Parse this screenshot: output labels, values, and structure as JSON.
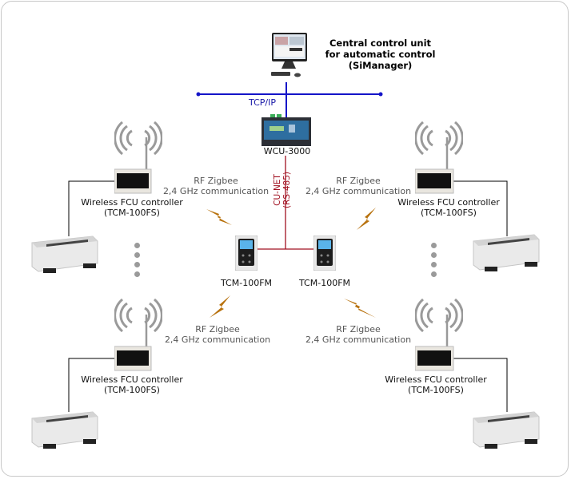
{
  "central_unit": {
    "title_lines": [
      "Central control unit",
      "for automatic control",
      "(SiManager)"
    ],
    "icon": "desktop-computer-icon"
  },
  "network": {
    "tcp_label": "TCP/IP",
    "cunet_label_line1": "CU-NET",
    "cunet_label_line2": "(RS-485)",
    "colors": {
      "tcp": "#1414c8",
      "cunet": "#a01020",
      "fcu_wire": "#000000",
      "rf_bolt": "#b8720e"
    }
  },
  "gateway": {
    "label": "WCU-3000",
    "icon": "gateway-controller-icon"
  },
  "thermostats": [
    {
      "label": "TCM-100FM",
      "icon": "room-thermostat-icon"
    },
    {
      "label": "TCM-100FM",
      "icon": "room-thermostat-icon"
    }
  ],
  "rf_links": [
    {
      "line1": "RF Zigbee",
      "line2": "2,4 GHz communication"
    },
    {
      "line1": "RF Zigbee",
      "line2": "2,4 GHz communication"
    },
    {
      "line1": "RF Zigbee",
      "line2": "2,4 GHz communication"
    },
    {
      "line1": "RF Zigbee",
      "line2": "2,4 GHz communication"
    }
  ],
  "fcu_controllers": [
    {
      "line1": "Wireless FCU controller",
      "line2": "(TCM-100FS)"
    },
    {
      "line1": "Wireless FCU controller",
      "line2": "(TCM-100FS)"
    },
    {
      "line1": "Wireless FCU controller",
      "line2": "(TCM-100FS)"
    },
    {
      "line1": "Wireless FCU controller",
      "line2": "(TCM-100FS)"
    }
  ],
  "fan_coil_units": [
    "fan-coil-unit-icon",
    "fan-coil-unit-icon",
    "fan-coil-unit-icon",
    "fan-coil-unit-icon"
  ]
}
